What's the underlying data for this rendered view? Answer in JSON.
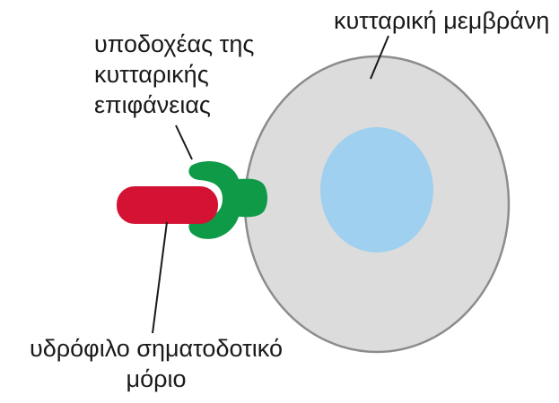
{
  "labels": {
    "receptor": {
      "line1": "υποδοχέας της",
      "line2": "κυτταρικής",
      "line3": "επιφάνειας"
    },
    "membrane": "κυτταρική μεμβράνη",
    "molecule": {
      "line1": "υδρόφιλο σηματοδοτικό",
      "line2": "μόριο"
    }
  },
  "colors": {
    "cell_fill": "#dcdcdc",
    "cell_stroke": "#8c8c8c",
    "nucleus": "#9fd0ef",
    "receptor": "#0e9a46",
    "signal_molecule": "#d31234",
    "leader_line": "#1a1a1a"
  }
}
